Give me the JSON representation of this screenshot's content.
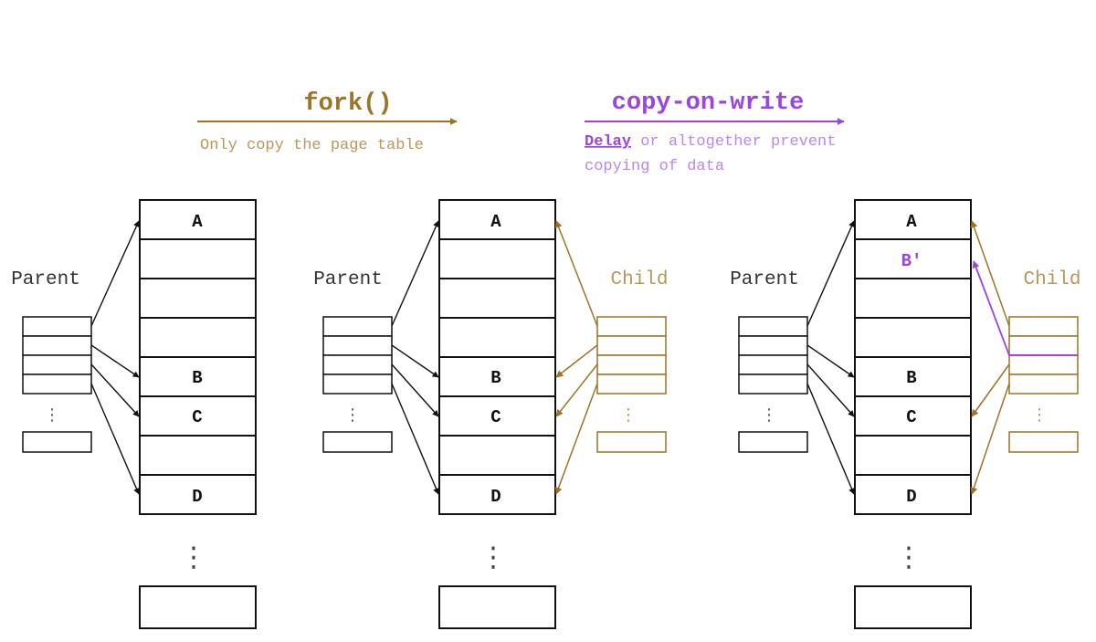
{
  "colors": {
    "ink": "#111111",
    "fork": "#9b7427",
    "fork_text": "#b8975a",
    "cow": "#9a45e0",
    "cow_text": "#b888ee"
  },
  "header": {
    "fork_title": "fork()",
    "fork_subtitle": "Only copy the page table",
    "cow_title": "copy-on-write",
    "cow_subtitle_bold": "Delay",
    "cow_subtitle_rest": " or altogether prevent",
    "cow_subtitle_line2": "copying of data"
  },
  "labels": {
    "parent": "Parent",
    "child": "Child",
    "dots": "⋮"
  },
  "pages": {
    "a": "A",
    "b": "B",
    "b_prime": "B′",
    "c": "C",
    "d": "D"
  }
}
